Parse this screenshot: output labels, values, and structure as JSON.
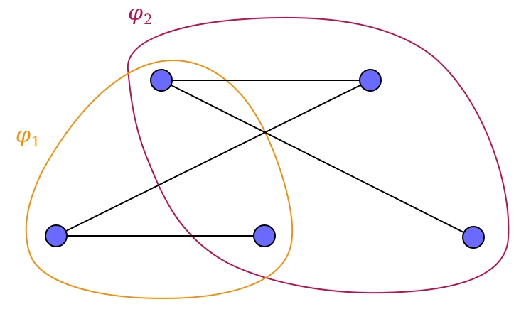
{
  "colors": {
    "phi1": "#f0900f",
    "phi2": "#b41450",
    "node_fill": "#6a6aff",
    "node_stroke": "#000000",
    "edge": "#000000"
  },
  "labels": {
    "phi1": {
      "symbol": "φ",
      "subscript": "1"
    },
    "phi2": {
      "symbol": "φ",
      "subscript": "2"
    }
  },
  "nodes": [
    {
      "id": "top-left"
    },
    {
      "id": "top-right"
    },
    {
      "id": "bottom-left"
    },
    {
      "id": "bottom-middle"
    },
    {
      "id": "bottom-right"
    }
  ],
  "edges": [
    [
      "top-left",
      "top-right"
    ],
    [
      "top-left",
      "bottom-right"
    ],
    [
      "top-right",
      "bottom-left"
    ],
    [
      "bottom-left",
      "bottom-middle"
    ]
  ]
}
